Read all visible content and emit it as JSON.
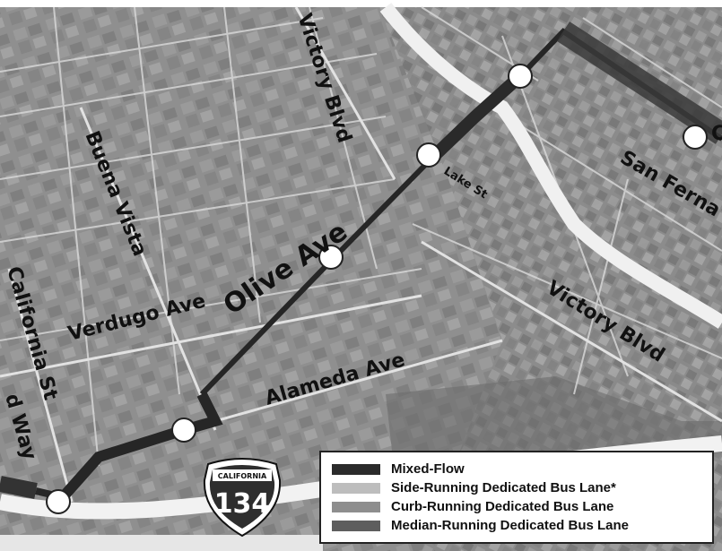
{
  "streets": {
    "victory_blvd_north": "Victory Blvd",
    "victory_blvd_east": "Victory Blvd",
    "buena_vista": "Buena Vista",
    "california_st": "California St",
    "verdugo_ave": "Verdugo Ave",
    "olive_ave": "Olive Ave",
    "lake_st": "Lake St",
    "alameda_ave": "Alameda Ave",
    "san_fernando": "San Ferna",
    "way_partial": "d Way"
  },
  "highway": {
    "state": "CALIFORNIA",
    "number": "134"
  },
  "legend": {
    "items": [
      {
        "label": "Mixed-Flow",
        "color": "#2b2b2b"
      },
      {
        "label": "Side-Running Dedicated Bus Lane*",
        "color": "#bdbdbd"
      },
      {
        "label": "Curb-Running Dedicated Bus Lane",
        "color": "#8e8e8e"
      },
      {
        "label": "Median-Running Dedicated Bus Lane",
        "color": "#5e5e5e"
      }
    ]
  },
  "colors": {
    "aerial_base": "#8a8a8a",
    "street_line": "#d9d9d9",
    "freeway": "#f2f2f2",
    "route": "#262626",
    "stop_fill": "#ffffff"
  }
}
